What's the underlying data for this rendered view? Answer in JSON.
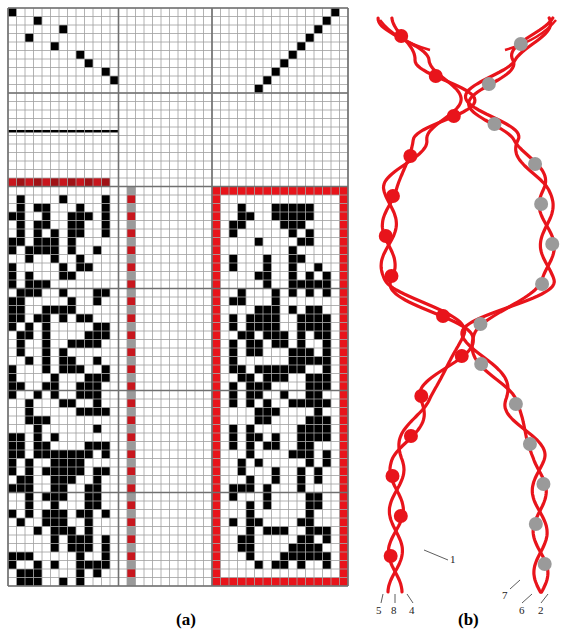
{
  "diagram": {
    "labels": [
      "(a)",
      "(b)",
      "1",
      "7",
      "5",
      "8",
      "4",
      "6",
      "2"
    ]
  }
}
